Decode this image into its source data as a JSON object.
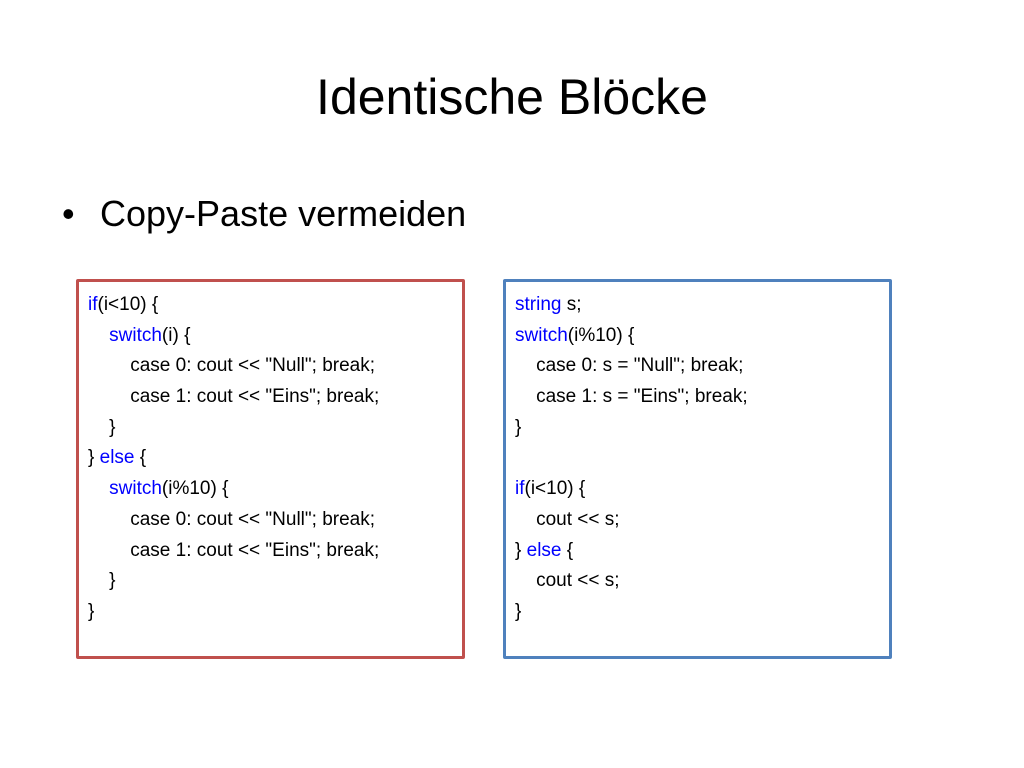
{
  "slide": {
    "title": "Identische Blöcke",
    "bullet": "Copy-Paste vermeiden"
  },
  "colors": {
    "keyword": "#0000ff",
    "left_box_border": "#c0504d",
    "right_box_border": "#4f81bd"
  },
  "code_left": {
    "lines": [
      [
        {
          "t": "if",
          "kw": true
        },
        {
          "t": "(i<10) {"
        }
      ],
      [
        {
          "t": "    "
        },
        {
          "t": "switch",
          "kw": true
        },
        {
          "t": "(i) {"
        }
      ],
      [
        {
          "t": "        case 0: cout << \"Null\"; break;"
        }
      ],
      [
        {
          "t": "        case 1: cout << \"Eins\"; break;"
        }
      ],
      [
        {
          "t": "    }"
        }
      ],
      [
        {
          "t": "} "
        },
        {
          "t": "else",
          "kw": true
        },
        {
          "t": " {"
        }
      ],
      [
        {
          "t": "    "
        },
        {
          "t": "switch",
          "kw": true
        },
        {
          "t": "(i%10) {"
        }
      ],
      [
        {
          "t": "        case 0: cout << \"Null\"; break;"
        }
      ],
      [
        {
          "t": "        case 1: cout << \"Eins\"; break;"
        }
      ],
      [
        {
          "t": "    }"
        }
      ],
      [
        {
          "t": "}"
        }
      ]
    ]
  },
  "code_right": {
    "lines": [
      [
        {
          "t": "string",
          "kw": true
        },
        {
          "t": " s;"
        }
      ],
      [
        {
          "t": "switch",
          "kw": true
        },
        {
          "t": "(i%10) {"
        }
      ],
      [
        {
          "t": "    case 0: s = \"Null\"; break;"
        }
      ],
      [
        {
          "t": "    case 1: s = \"Eins\"; break;"
        }
      ],
      [
        {
          "t": "}"
        }
      ],
      [
        {
          "t": ""
        }
      ],
      [
        {
          "t": "if",
          "kw": true
        },
        {
          "t": "(i<10) {"
        }
      ],
      [
        {
          "t": "    cout << s;"
        }
      ],
      [
        {
          "t": "} "
        },
        {
          "t": "else",
          "kw": true
        },
        {
          "t": " {"
        }
      ],
      [
        {
          "t": "    cout << s;"
        }
      ],
      [
        {
          "t": "}"
        }
      ]
    ]
  }
}
